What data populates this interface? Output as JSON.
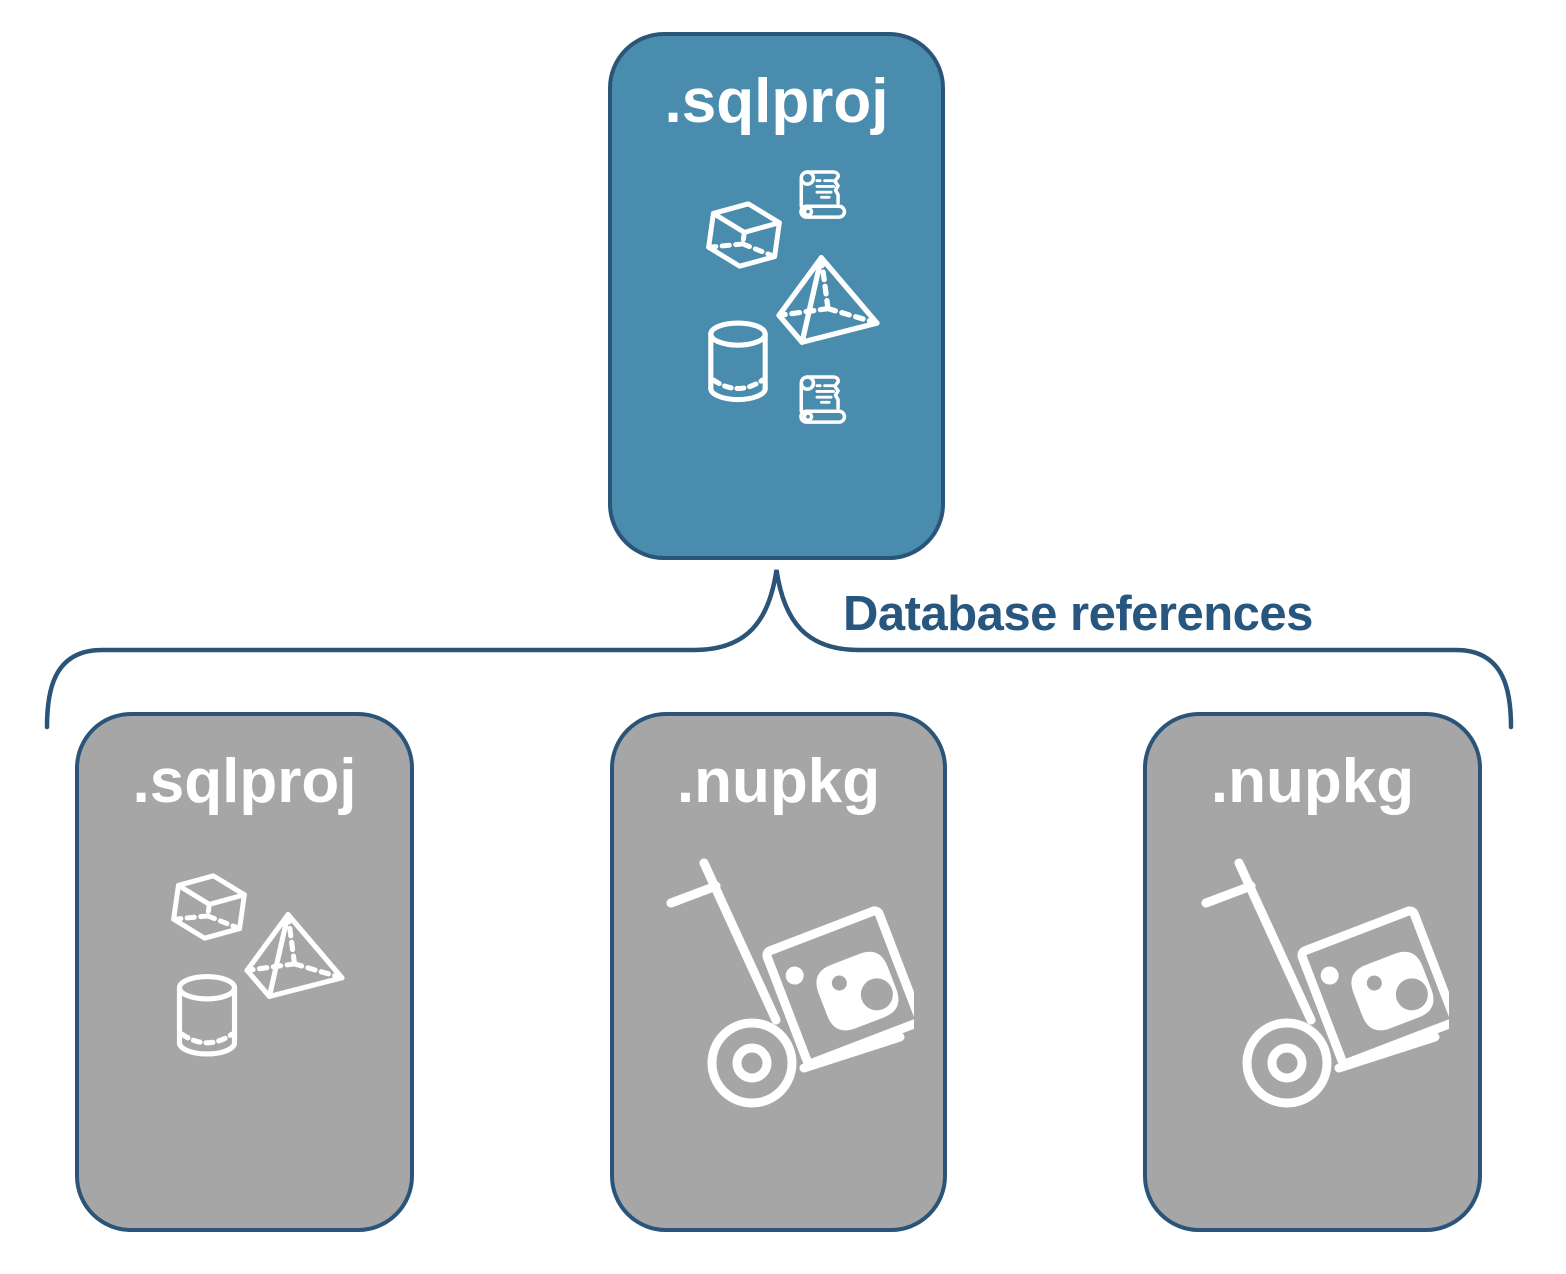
{
  "diagram": {
    "background": "#ffffff",
    "colors": {
      "accent": "#2a5578",
      "root_fill": "#4a8cad",
      "child_fill": "#a6a6a6",
      "icon": "#ffffff",
      "title_text": "#ffffff",
      "label_text": "#27567e",
      "background": "#ffffff"
    },
    "edge_label": "Database references",
    "root": {
      "title": ".sqlproj",
      "icons": [
        "script-icon",
        "cube-icon",
        "pyramid-icon",
        "cylinder-icon",
        "script-icon"
      ]
    },
    "children": [
      {
        "title": ".sqlproj",
        "icons": [
          "cube-icon",
          "pyramid-icon",
          "cylinder-icon"
        ]
      },
      {
        "title": ".nupkg",
        "icons": [
          "package-dolly-icon"
        ]
      },
      {
        "title": ".nupkg",
        "icons": [
          "package-dolly-icon"
        ]
      }
    ]
  }
}
